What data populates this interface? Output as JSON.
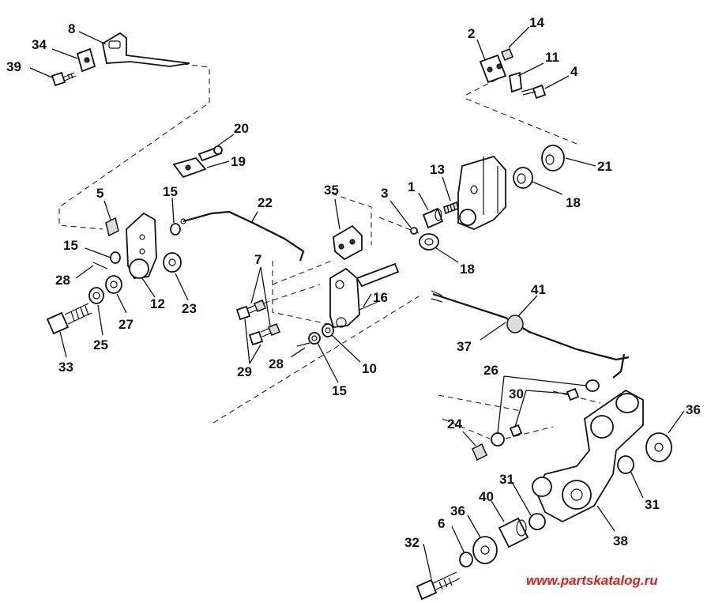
{
  "diagram": {
    "watermark": "www.partskatalog.ru",
    "colors": {
      "ink": "#111111",
      "watermark": "#e02020",
      "background": "#ffffff"
    },
    "callouts": [
      {
        "id": "c8",
        "label": "8"
      },
      {
        "id": "c34",
        "label": "34"
      },
      {
        "id": "c39",
        "label": "39"
      },
      {
        "id": "c2",
        "label": "2"
      },
      {
        "id": "c14",
        "label": "14"
      },
      {
        "id": "c11",
        "label": "11"
      },
      {
        "id": "c4",
        "label": "4"
      },
      {
        "id": "c20",
        "label": "20"
      },
      {
        "id": "c19",
        "label": "19"
      },
      {
        "id": "c21",
        "label": "21"
      },
      {
        "id": "c13",
        "label": "13"
      },
      {
        "id": "c5",
        "label": "5"
      },
      {
        "id": "c15a",
        "label": "15"
      },
      {
        "id": "c22",
        "label": "22"
      },
      {
        "id": "c35",
        "label": "35"
      },
      {
        "id": "c3",
        "label": "3"
      },
      {
        "id": "c1",
        "label": "1"
      },
      {
        "id": "c18a",
        "label": "18"
      },
      {
        "id": "c15b",
        "label": "15"
      },
      {
        "id": "c28a",
        "label": "28"
      },
      {
        "id": "c12",
        "label": "12"
      },
      {
        "id": "c23",
        "label": "23"
      },
      {
        "id": "c7",
        "label": "7"
      },
      {
        "id": "c18b",
        "label": "18"
      },
      {
        "id": "c27",
        "label": "27"
      },
      {
        "id": "c25",
        "label": "25"
      },
      {
        "id": "c33",
        "label": "33"
      },
      {
        "id": "c16",
        "label": "16"
      },
      {
        "id": "c41",
        "label": "41"
      },
      {
        "id": "c29",
        "label": "29"
      },
      {
        "id": "c28b",
        "label": "28"
      },
      {
        "id": "c10",
        "label": "10"
      },
      {
        "id": "c15c",
        "label": "15"
      },
      {
        "id": "c37",
        "label": "37"
      },
      {
        "id": "c26",
        "label": "26"
      },
      {
        "id": "c30",
        "label": "30"
      },
      {
        "id": "c24",
        "label": "24"
      },
      {
        "id": "c36a",
        "label": "36"
      },
      {
        "id": "c31a",
        "label": "31"
      },
      {
        "id": "c31b",
        "label": "31"
      },
      {
        "id": "c40",
        "label": "40"
      },
      {
        "id": "c36b",
        "label": "36"
      },
      {
        "id": "c6",
        "label": "6"
      },
      {
        "id": "c38",
        "label": "38"
      },
      {
        "id": "c32",
        "label": "32"
      }
    ]
  }
}
